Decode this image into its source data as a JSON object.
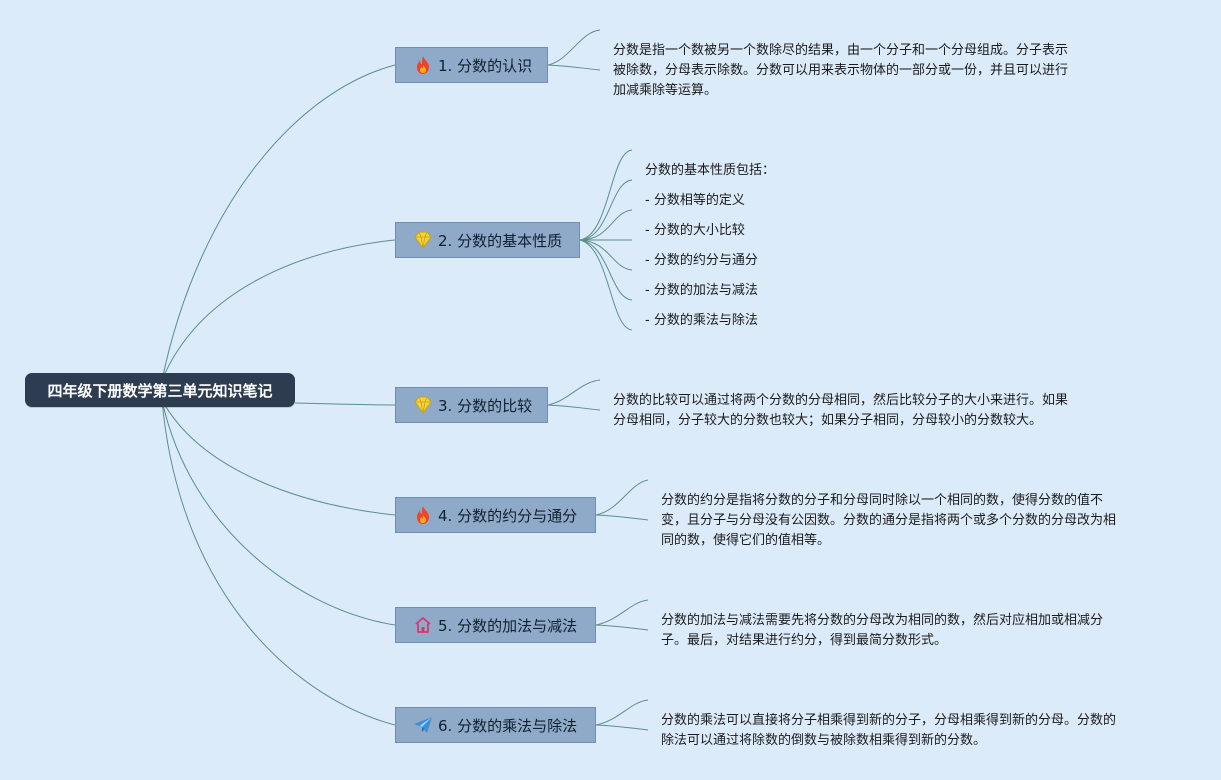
{
  "root": {
    "label": "四年级下册数学第三单元知识笔记"
  },
  "colors": {
    "background": "#dcebfa",
    "root_fill": "#2e3c52",
    "branch_fill": "#8fa9c9",
    "connector": "#5a8f8a"
  },
  "branches": [
    {
      "label": "1. 分数的认识",
      "icon": "fire-icon",
      "note": "分数是指一个数被另一个数除尽的结果，由一个分子和一个分母组成。分子表示\n被除数，分母表示除数。分数可以用来表示物体的一部分或一份，并且可以进行\n加减乘除等运算。"
    },
    {
      "label": "2. 分数的基本性质",
      "icon": "diamond-icon",
      "items": [
        "分数的基本性质包括：",
        "- 分数相等的定义",
        "- 分数的大小比较",
        "- 分数的约分与通分",
        "- 分数的加法与减法",
        "- 分数的乘法与除法"
      ]
    },
    {
      "label": "3. 分数的比较",
      "icon": "diamond-icon",
      "note": "分数的比较可以通过将两个分数的分母相同，然后比较分子的大小来进行。如果\n分母相同，分子较大的分数也较大；如果分子相同，分母较小的分数较大。"
    },
    {
      "label": "4. 分数的约分与通分",
      "icon": "fire-icon",
      "note": "分数的约分是指将分数的分子和分母同时除以一个相同的数，使得分数的值不\n变，且分子与分母没有公因数。分数的通分是指将两个或多个分数的分母改为相\n同的数，使得它们的值相等。"
    },
    {
      "label": "5. 分数的加法与减法",
      "icon": "house-icon",
      "note": "分数的加法与减法需要先将分数的分母改为相同的数，然后对应相加或相减分\n子。最后，对结果进行约分，得到最简分数形式。"
    },
    {
      "label": "6. 分数的乘法与除法",
      "icon": "paper-plane-icon",
      "note": "分数的乘法可以直接将分子相乘得到新的分子，分母相乘得到新的分母。分数的\n除法可以通过将除数的倒数与被除数相乘得到新的分数。"
    }
  ]
}
